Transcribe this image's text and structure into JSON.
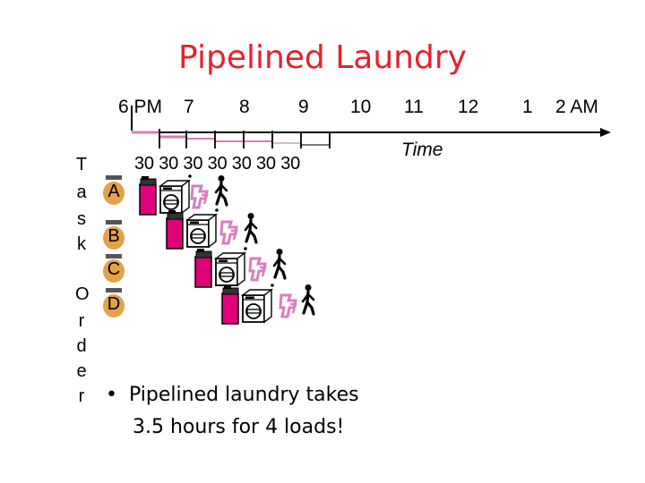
{
  "title": "Pipelined Laundry",
  "hours": [
    "6 PM",
    "7",
    "8",
    "9",
    "10",
    "11",
    "12",
    "1",
    "2 AM"
  ],
  "time_label": "Time",
  "slot_labels": "30 30 30 30 30 30 30",
  "axis_vertical_label": [
    "T",
    "a",
    "s",
    "k",
    "",
    "O",
    "r",
    "d",
    "e",
    "r"
  ],
  "tasks": [
    "A",
    "B",
    "C",
    "D"
  ],
  "bullet": {
    "line1": "Pipelined laundry takes",
    "line2": "3.5 hours for 4 loads!"
  },
  "colors": {
    "title": "#e8212b",
    "washer": "#e0007a",
    "timeline_accent": "#d47fb5",
    "stage_icon": "#d77fc0",
    "task_badge": "#e3a24a"
  },
  "icons": [
    "washer-icon",
    "dryer-icon",
    "folder-icon",
    "storer-icon"
  ]
}
